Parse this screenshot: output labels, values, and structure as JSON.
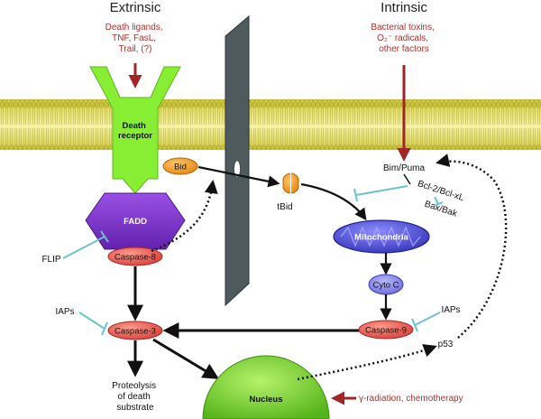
{
  "headings": {
    "extrinsic": "Extrinsic",
    "intrinsic": "Intrinsic"
  },
  "inputs": {
    "death_ligands": [
      "Death ligands,",
      "TNF, FasL,",
      "Trail, (?)"
    ],
    "bacterial": [
      "Bacterial toxins,",
      "O₂⁻ radicals,",
      "other factors"
    ],
    "radiation": "γ-radiation, chemotherapy"
  },
  "nodes": {
    "death_receptor": [
      "Death",
      "receptor"
    ],
    "fadd": "FADD",
    "caspase8": "Caspase-8",
    "flip": "FLIP",
    "iaps_left": "IAPs",
    "caspase3": "Caspase-3",
    "proteolysis": [
      "Proteolysis",
      "of death",
      "substrate"
    ],
    "nucleus": "Nucleus",
    "bid": "Bid",
    "tbid": "tBid",
    "bim_puma": "Bim/Puma",
    "bcl2": "Bcl-2/Bcl-xL",
    "bax_bak": "Bax/Bak",
    "mitochondria": "Mitochondria",
    "cytoc": "Cyto C",
    "iaps_right": "IAPs",
    "caspase9": "Caspase-9",
    "p53": "p53"
  },
  "colors": {
    "membrane": "#d6d447",
    "receptor": "#88ee33",
    "fadd": "#7b33c7",
    "caspase": "#e9504f",
    "bid": "#ee9a1e",
    "mitochondria": "#4f4ed6",
    "nucleus": "#7ed531",
    "inhibitor": "#6bc3cf",
    "input_arrow": "#a22424",
    "panel": "#4e5a5e"
  }
}
